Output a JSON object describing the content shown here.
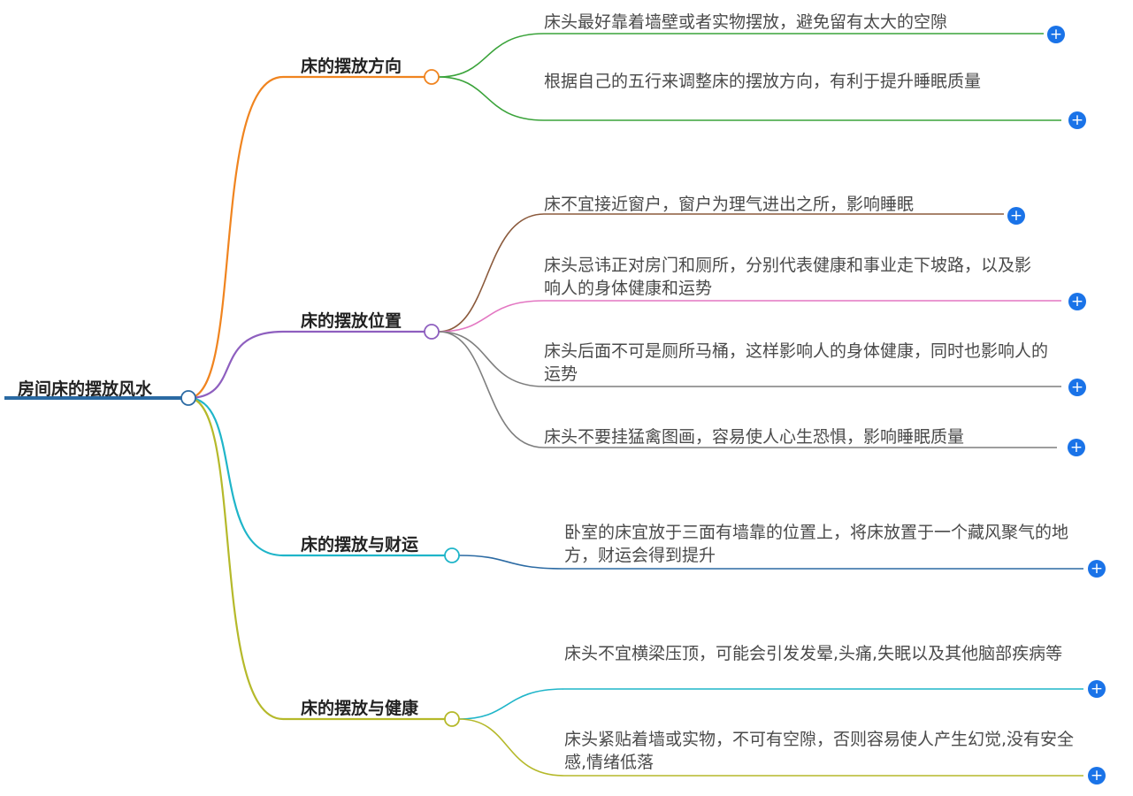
{
  "root": {
    "label": "房间床的摆放风水"
  },
  "expand_icon": "plus-icon",
  "branches": [
    {
      "label": "床的摆放方向",
      "color": "#f0841f",
      "leaves": [
        {
          "text": "床头最好靠着墙壁或者实物摆放，避免留有太大的空隙",
          "color": "#3aa33a"
        },
        {
          "text": "根据自己的五行来调整床的摆放方向，有利于提升睡眠质量",
          "color": "#3aa33a"
        }
      ]
    },
    {
      "label": "床的摆放位置",
      "color": "#8e5fbf",
      "leaves": [
        {
          "text": "床不宜接近窗户，窗户为理气进出之所，影响睡眠",
          "color": "#8b5a3c"
        },
        {
          "text": "床头忌讳正对房门和厕所，分别代表健康和事业走下坡路，以及影响人的身体健康和运势",
          "color": "#e377c2"
        },
        {
          "text": "床头后面不可是厕所马桶，这样影响人的身体健康，同时也影响人的运势",
          "color": "#7f7f7f"
        },
        {
          "text": "床头不要挂猛禽图画，容易使人心生恐惧，影响睡眠质量",
          "color": "#7f7f7f"
        }
      ]
    },
    {
      "label": "床的摆放与财运",
      "color": "#1fb5c9",
      "leaves": [
        {
          "text": "卧室的床宜放于三面有墙靠的位置上，将床放置于一个藏风聚气的地方，财运会得到提升",
          "color": "#2b6aa3"
        }
      ]
    },
    {
      "label": "床的摆放与健康",
      "color": "#b5b92a",
      "leaves": [
        {
          "text": "床头不宜横梁压顶，可能会引发发晕,头痛,失眠以及其他脑部疾病等",
          "color": "#1fb5c9"
        },
        {
          "text": "床头紧贴着墙或实物，不可有空隙，否则容易使人产生幻觉,没有安全感,情绪低落",
          "color": "#b5b92a"
        }
      ]
    }
  ]
}
